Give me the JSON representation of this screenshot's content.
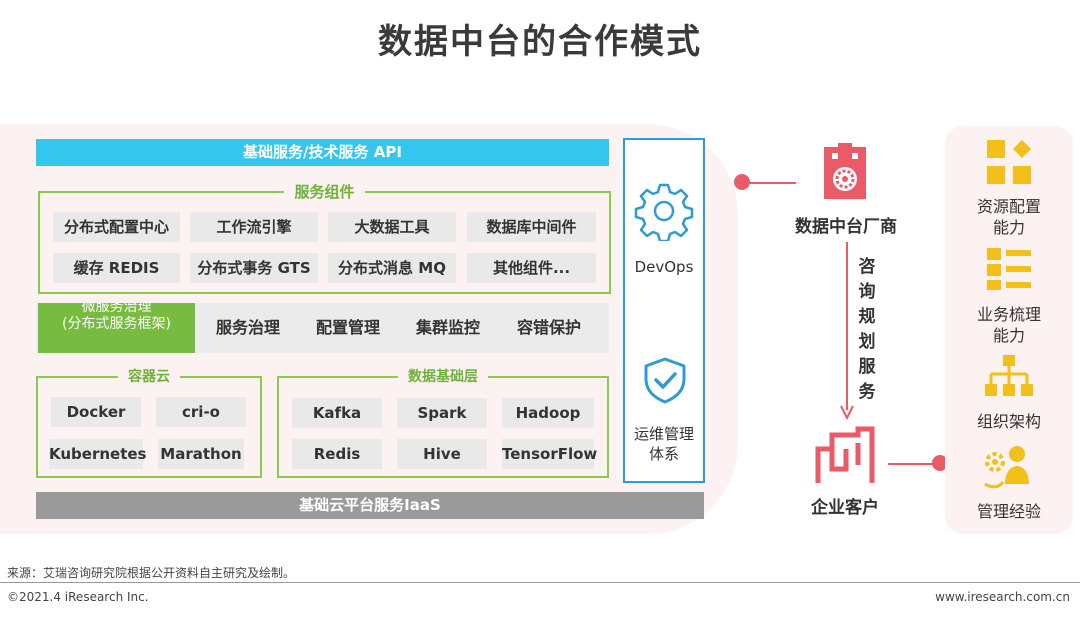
{
  "title": "数据中台的合作模式",
  "architecture": {
    "api_bar": "基础服务/技术服务 API",
    "service_components": {
      "title": "服务组件",
      "items": [
        "分布式配置中心",
        "工作流引擎",
        "大数据工具",
        "数据库中间件",
        "缓存 REDIS",
        "分布式事务 GTS",
        "分布式消息 MQ",
        "其他组件..."
      ]
    },
    "microservice": {
      "highlight": "微服务治理\n(分布式服务框架)",
      "items": [
        "服务治理",
        "配置管理",
        "集群监控",
        "容错保护"
      ]
    },
    "container_cloud": {
      "title": "容器云",
      "items": [
        "Docker",
        "cri-o",
        "Kubernetes",
        "Marathon"
      ]
    },
    "data_base_layer": {
      "title": "数据基础层",
      "items": [
        "Kafka",
        "Spark",
        "Hadoop",
        "Redis",
        "Hive",
        "TensorFlow"
      ]
    },
    "iaas_bar": "基础云平台服务IaaS",
    "devops_label": "DevOps",
    "ops_label": "运维管理\n体系"
  },
  "flow": {
    "vendor_label": "数据中台厂商",
    "consult_label": "咨询规划服务",
    "client_label": "企业客户"
  },
  "capabilities": [
    {
      "label": "资源配置\n能力",
      "icon": "resource-grid-icon"
    },
    {
      "label": "业务梳理\n能力",
      "icon": "list-icon"
    },
    {
      "label": "组织架构",
      "icon": "org-chart-icon"
    },
    {
      "label": "管理经验",
      "icon": "management-icon"
    }
  ],
  "colors": {
    "accent_red": "#ea5a67",
    "green": "#77bb41",
    "blue": "#34c6ec",
    "gold": "#f2c018",
    "devops_blue": "#2e9bd6"
  },
  "footer": {
    "source": "来源：艾瑞咨询研究院根据公开资料自主研究及绘制。",
    "copyright": "©2021.4 iResearch Inc.",
    "url": "www.iresearch.com.cn"
  }
}
